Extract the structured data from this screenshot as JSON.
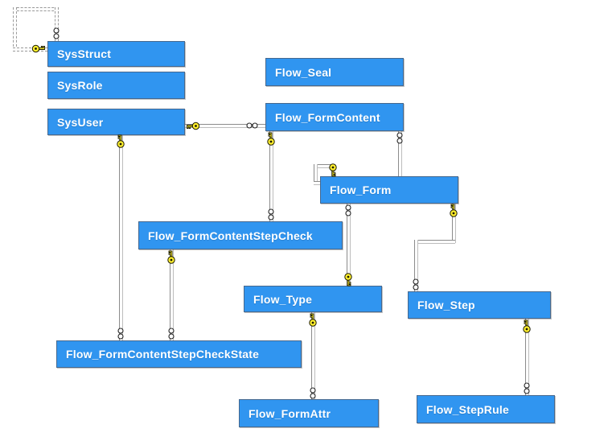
{
  "diagram": {
    "type": "database-er-diagram",
    "colors": {
      "canvas_bg": "#ffffff",
      "entity_fill": "#3095f0",
      "entity_border": "#46688e",
      "entity_text": "#ffffff",
      "connector": "#8c8c8c",
      "key_icon_fill": "#ffef2e"
    },
    "entities": [
      {
        "id": "sysstruct",
        "label": "SysStruct"
      },
      {
        "id": "sysrole",
        "label": "SysRole"
      },
      {
        "id": "sysuser",
        "label": "SysUser"
      },
      {
        "id": "flow-seal",
        "label": "Flow_Seal"
      },
      {
        "id": "flow-formcontent",
        "label": "Flow_FormContent"
      },
      {
        "id": "flow-form",
        "label": "Flow_Form"
      },
      {
        "id": "flow-formcontentstepcheck",
        "label": "Flow_FormContentStepCheck"
      },
      {
        "id": "flow-type",
        "label": "Flow_Type"
      },
      {
        "id": "flow-step",
        "label": "Flow_Step"
      },
      {
        "id": "flow-formcontentstepcheckstate",
        "label": "Flow_FormContentStepCheckState"
      },
      {
        "id": "flow-formattr",
        "label": "Flow_FormAttr"
      },
      {
        "id": "flow-steprule",
        "label": "Flow_StepRule"
      }
    ],
    "relationships": [
      {
        "one_end": "SysStruct",
        "many_end": "SysStruct",
        "cardinality": "one-to-many",
        "self_reference": true
      },
      {
        "one_end": "SysUser",
        "many_end": "Flow_FormContent",
        "cardinality": "one-to-many"
      },
      {
        "one_end": "SysUser",
        "many_end": "Flow_FormContentStepCheckState",
        "cardinality": "one-to-many"
      },
      {
        "one_end": "Flow_FormContent",
        "many_end": "Flow_FormContentStepCheck",
        "cardinality": "one-to-many"
      },
      {
        "one_end": "Flow_Form",
        "many_end": "Flow_FormContent",
        "cardinality": "one-to-many"
      },
      {
        "one_end": "Flow_FormContentStepCheck",
        "many_end": "Flow_FormContentStepCheckState",
        "cardinality": "one-to-many"
      },
      {
        "one_end": "Flow_Type",
        "many_end": "Flow_Form",
        "cardinality": "one-to-many"
      },
      {
        "one_end": "Flow_Form",
        "many_end": "Flow_Step",
        "cardinality": "one-to-many"
      },
      {
        "one_end": "Flow_Type",
        "many_end": "Flow_FormAttr",
        "cardinality": "one-to-many"
      },
      {
        "one_end": "Flow_Step",
        "many_end": "Flow_StepRule",
        "cardinality": "one-to-many"
      },
      {
        "one_end": "Flow_Form",
        "many_end": "Flow_Form",
        "cardinality": "one-to-many",
        "self_reference": true
      }
    ],
    "legend": {
      "key_icon_meaning": "one side (primary key)",
      "infinity_icon_meaning": "many side (foreign key)"
    }
  }
}
